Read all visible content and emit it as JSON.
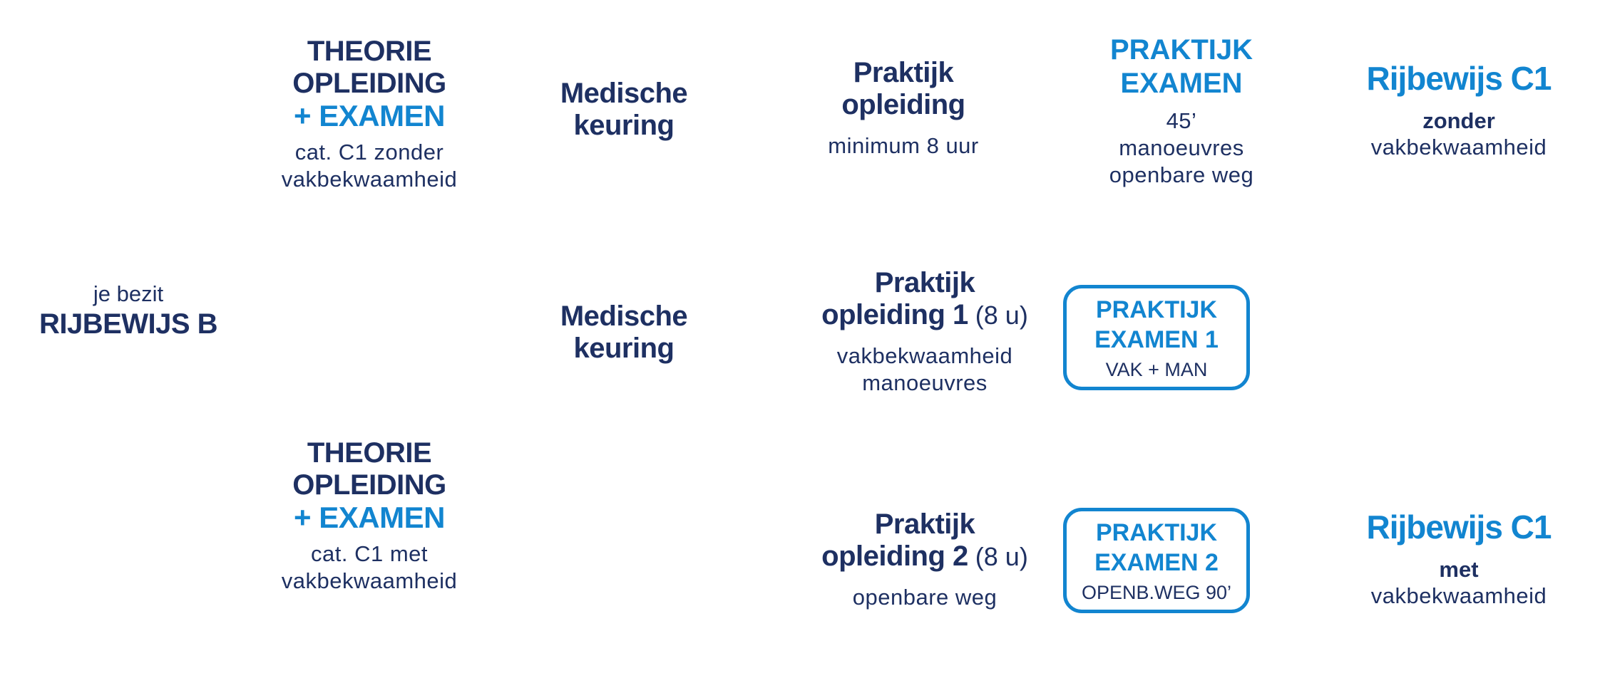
{
  "colors": {
    "navy": "#1e3062",
    "blue": "#1285d0",
    "background": "#ffffff"
  },
  "flow": {
    "start": {
      "intro": "je bezit",
      "license": "RIJBEWIJS B"
    },
    "top_path": {
      "theorie": {
        "line1": "THEORIE",
        "line2": "OPLEIDING",
        "line3": "+ EXAMEN",
        "note1": "cat. C1 zonder",
        "note2": "vakbekwaamheid"
      },
      "medische": {
        "line1": "Medische",
        "line2": "keuring"
      },
      "praktijk_opleiding": {
        "line1": "Praktijk",
        "line2": "opleiding",
        "note1": "minimum 8 uur"
      },
      "praktijk_examen": {
        "line1": "PRAKTIJK",
        "line2": "EXAMEN",
        "note1": "45’",
        "note2": "manoeuvres",
        "note3": "openbare weg"
      },
      "result": {
        "title": "Rijbewijs C1",
        "qualifier": "zonder",
        "note": "vakbekwaamheid"
      }
    },
    "bottom_path": {
      "medische": {
        "line1": "Medische",
        "line2": "keuring"
      },
      "theorie": {
        "line1": "THEORIE",
        "line2": "OPLEIDING",
        "line3": "+ EXAMEN",
        "note1": "cat. C1 met",
        "note2": "vakbekwaamheid"
      },
      "praktijk_opleiding_1": {
        "line1": "Praktijk",
        "line2": "opleiding 1",
        "duration": "(8 u)",
        "note1": "vakbekwaamheid",
        "note2": "manoeuvres"
      },
      "praktijk_examen_1": {
        "line1": "PRAKTIJK",
        "line2": "EXAMEN 1",
        "note": "VAK + MAN"
      },
      "praktijk_opleiding_2": {
        "line1": "Praktijk",
        "line2": "opleiding 2",
        "duration": "(8 u)",
        "note1": "openbare weg"
      },
      "praktijk_examen_2": {
        "line1": "PRAKTIJK",
        "line2": "EXAMEN 2",
        "note": "OPENB.WEG 90’"
      },
      "result": {
        "title": "Rijbewijs C1",
        "qualifier": "met",
        "note": "vakbekwaamheid"
      }
    }
  }
}
